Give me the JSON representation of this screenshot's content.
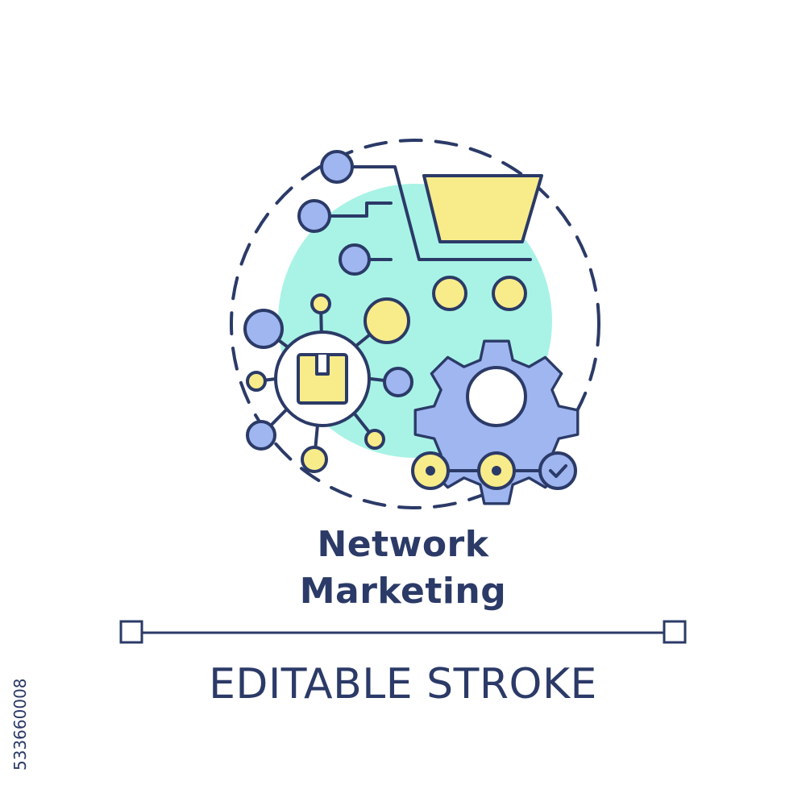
{
  "title": {
    "line1": "Network",
    "line2": "Marketing"
  },
  "subtitle": "EDITABLE STROKE",
  "stock_id": "533660008",
  "colors": {
    "stroke": "#2b3a67",
    "yellow": "#f8ec8a",
    "blue": "#9fb6f0",
    "teal": "#a8f3e6",
    "background": "#ffffff"
  },
  "icons": [
    "shopping-cart-icon",
    "gear-icon",
    "package-box-icon",
    "network-hub-icon",
    "checkmark-icon"
  ]
}
